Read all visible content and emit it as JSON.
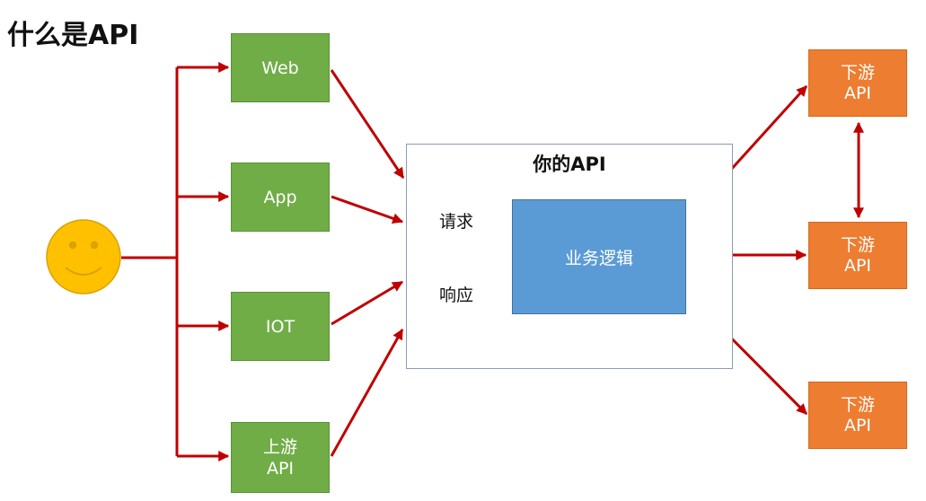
{
  "title": "什么是API",
  "clients": [
    {
      "lines": [
        "Web"
      ]
    },
    {
      "lines": [
        "App"
      ]
    },
    {
      "lines": [
        "IOT"
      ]
    },
    {
      "lines": [
        "上游",
        "API"
      ]
    }
  ],
  "your_api": {
    "title": "你的API",
    "logic_label": "业务逻辑",
    "request_label": "请求",
    "response_label": "响应"
  },
  "downstream": [
    {
      "lines": [
        "下游",
        "API"
      ]
    },
    {
      "lines": [
        "下游",
        "API"
      ]
    },
    {
      "lines": [
        "下游",
        "API"
      ]
    }
  ],
  "colors": {
    "client_fill": "#70ad47",
    "downstream_fill": "#ed7d31",
    "logic_fill": "#5b9bd5",
    "arrow": "#c00000",
    "user_fill": "#ffc000"
  },
  "icons": {
    "user": "smiley-face-icon"
  }
}
